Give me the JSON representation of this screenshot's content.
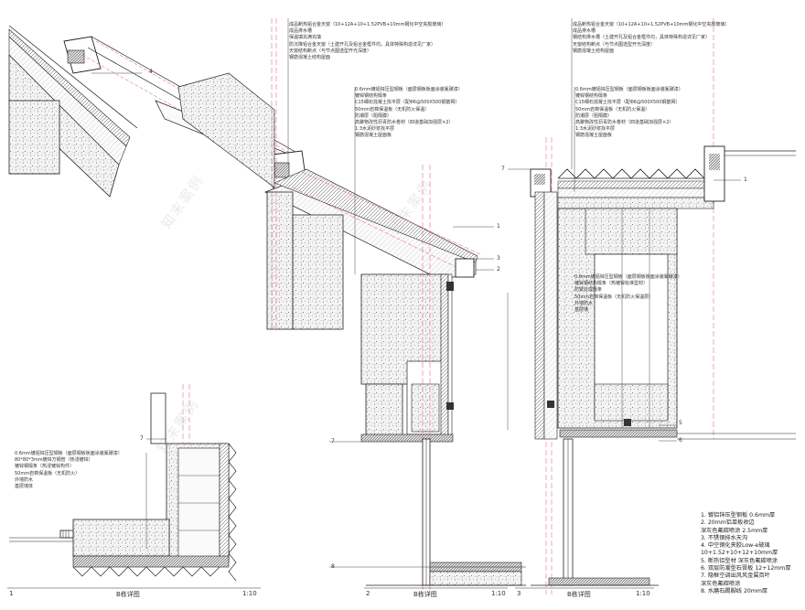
{
  "notes": {
    "roof_top_left": [
      "成品断热铝合金天窗（10+12A+10+1.52PVB+10mm钢化中空夹胶玻璃）",
      "成品排水槽",
      "保温填充满充填",
      "防沉降铝合金天窗（土建开孔及铝合金框件均，具体特殊构造详见厂家）",
      "天窗结构断点（与节点图选型开光深度）",
      "钢筋混凝土结构屋面"
    ],
    "roof_top_right": [
      "成品断热铝合金天窗（10+12A+10+1.52PVB+10mm钢化中空夹胶玻璃）",
      "成品排水槽",
      "钢结构排水槽（土建开孔及铝合金框件均，具体特殊构造详见厂家）",
      "天窗结构断点（与节点图选型开光深度）",
      "钢筋混凝土结构屋面"
    ],
    "roof_mid": [
      "0.6mm镀铝锌压型钢板（面层钢板板面涂装氟碳漆）",
      "镀锌钢结构檩条",
      "C15细石混凝土找平层（配Φ6@500X500钢筋网）",
      "50mm岩棉保温板（无机防火保温）",
      "防潮层（阻隔膜）",
      "高聚物改性沥青防水卷材（四道基础加强层×2）",
      "1:3水泥砂浆找平层",
      "钢筋混凝土屋面板"
    ],
    "wall_right": [
      "0.6mm镀铝锌压型钢板（面层钢板板面涂装氟碳漆）",
      "镀锌钢结构檩条",
      "C15细石混凝土找平层（配Φ6@500X500钢筋网）",
      "50mm岩棉保温板（无机防火保温）",
      "防潮层（阻隔膜）",
      "高聚物改性沥青防水卷材（四道基础加强层×2）",
      "1:3水泥砂浆找平层",
      "钢筋混凝土屋面板"
    ],
    "wall_center": [
      "0.6mm镀铝锌压型钢板（面层钢板板面涂装氟碳漆）",
      "镀锌钢结构檩条（热镀锌标准型材）",
      "防锈处理檩条",
      "50mm岩棉保温板（无机防火保温层）",
      "外墙防水",
      "基层墙"
    ],
    "bottom_left": [
      "0.6mm镀铝锌压型钢板（面层钢板板面涂装氟碳漆）",
      "80*80*3mm镀锌方钢管（热浸镀锌）",
      "镀锌钢檩条（热浸镀锌构件）",
      "50mm岩棉保温板（无机防火）",
      "外墙防水",
      "基层墙体"
    ]
  },
  "legend": [
    "1. 镀铝锌压型钢板 0.6mm厚",
    "2. 20mm铝单板收边",
    "   深灰色氟碳喷涂 2.5mm厚",
    "3. 不锈钢排水天沟",
    "4. 中空钢化夹胶Low-e玻璃",
    "   10+1.52+10+12+10mm厚",
    "5. 断热铝型材 深灰色氟碳喷涂",
    "6. 双层防潮型石膏板 12+12mm厚",
    "7. 隐框空调出风风金属百叶",
    "   深灰色氟碳喷涂",
    "8. 水磨石踢脚线 20mm厚"
  ],
  "captions": [
    {
      "num": "1",
      "title": "B栋详图",
      "scale": "1:10"
    },
    {
      "num": "2",
      "title": "B栋详图",
      "scale": "1:10"
    },
    {
      "num": "3",
      "title": "B栋详图",
      "scale": "1:10"
    }
  ],
  "callouts": [
    "1",
    "2",
    "3",
    "4",
    "5",
    "6",
    "7",
    "8"
  ],
  "watermark": "知末案例",
  "colors": {
    "line": "#222222",
    "redline": "#e0506a",
    "hatch": "#555555",
    "concrete": "#cfcfcf",
    "insulation": "#ececec"
  }
}
